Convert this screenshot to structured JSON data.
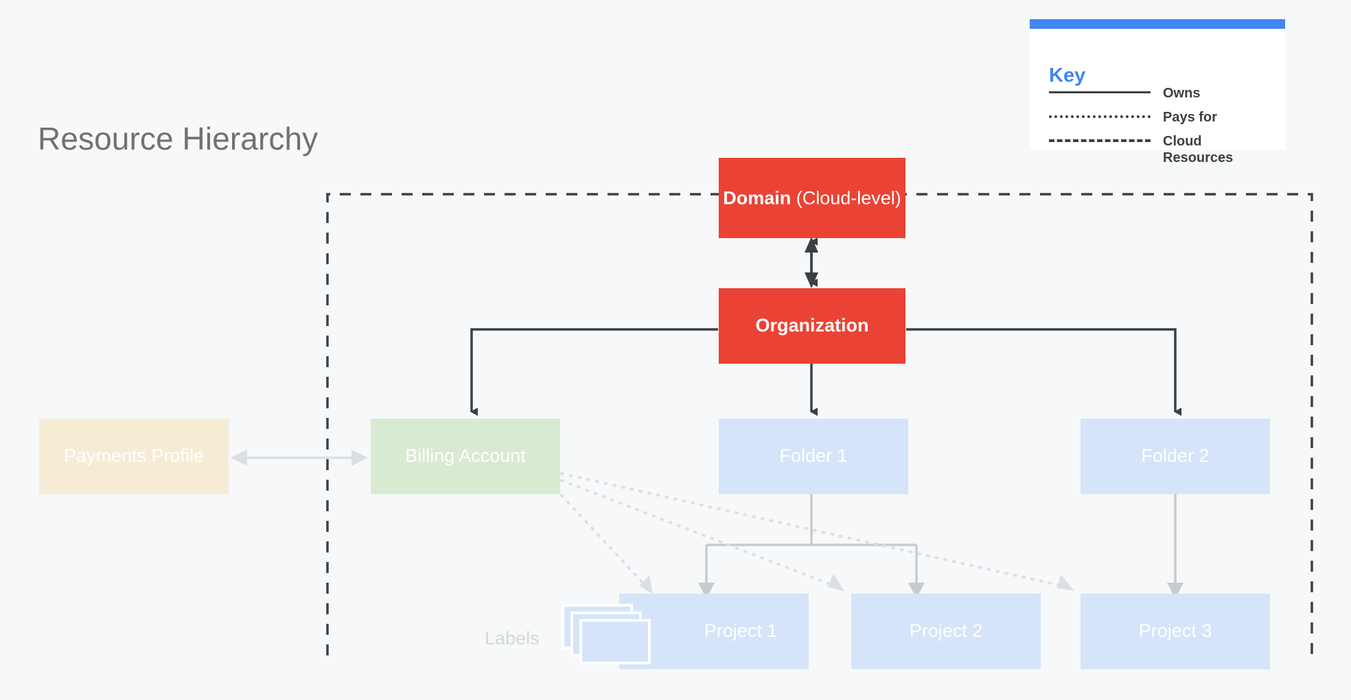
{
  "page": {
    "title": "Resource Hierarchy",
    "background_color": "#f6f8f9",
    "title_color": "#717171"
  },
  "key": {
    "heading": "Key",
    "accent_color": "#4285f4",
    "panel_color": "#ffffff",
    "rows": [
      {
        "style": "solid",
        "label": "Owns"
      },
      {
        "style": "dotted",
        "label": "Pays for"
      },
      {
        "style": "dashed",
        "label": "Cloud\nResources"
      }
    ]
  },
  "diagram": {
    "boundary": {
      "name": "cloud-resources-boundary",
      "style": "dashed",
      "color": "#3c4043"
    },
    "nodes": {
      "domain": {
        "label_strong": "Domain",
        "label_light": " (Cloud-level)",
        "color": "#ea4335",
        "text_color": "#ffffff"
      },
      "organization": {
        "label": "Organization",
        "color": "#ea4335",
        "text_color": "#ffffff"
      },
      "payments_profile": {
        "label": "Payments Profile",
        "color": "#f6ecd6",
        "text_color": "#ffffff"
      },
      "billing_account": {
        "label": "Billing Account",
        "color": "#d9ead3",
        "text_color": "#ffffff"
      },
      "folder_1": {
        "label": "Folder 1",
        "color": "#d6e4f9",
        "text_color": "#ffffff"
      },
      "folder_2": {
        "label": "Folder 2",
        "color": "#d6e4f9",
        "text_color": "#ffffff"
      },
      "project_1": {
        "label": "Project 1",
        "color": "#d6e4f9",
        "text_color": "#ffffff"
      },
      "project_2": {
        "label": "Project 2",
        "color": "#d6e4f9",
        "text_color": "#ffffff"
      },
      "project_3": {
        "label": "Project 3",
        "color": "#d6e4f9",
        "text_color": "#ffffff"
      },
      "labels": {
        "caption": "Labels",
        "caption_color": "#d4d7da",
        "card_color": "#d6e4f9",
        "card_border": "#ffffff",
        "card_count": 3
      }
    },
    "edges": [
      {
        "from": "domain",
        "to": "organization",
        "relation": "owns",
        "style": "solid",
        "arrows": "both"
      },
      {
        "from": "organization",
        "to": "billing_account",
        "relation": "owns",
        "style": "solid",
        "arrows": "end"
      },
      {
        "from": "organization",
        "to": "folder_1",
        "relation": "owns",
        "style": "solid",
        "arrows": "end"
      },
      {
        "from": "organization",
        "to": "folder_2",
        "relation": "owns",
        "style": "solid",
        "arrows": "end"
      },
      {
        "from": "payments_profile",
        "to": "billing_account",
        "relation": "owns",
        "style": "solid",
        "arrows": "both"
      },
      {
        "from": "folder_1",
        "to": "project_1",
        "relation": "owns",
        "style": "solid",
        "arrows": "end"
      },
      {
        "from": "folder_1",
        "to": "project_2",
        "relation": "owns",
        "style": "solid",
        "arrows": "end"
      },
      {
        "from": "folder_2",
        "to": "project_3",
        "relation": "owns",
        "style": "solid",
        "arrows": "end"
      },
      {
        "from": "billing_account",
        "to": "project_1",
        "relation": "pays for",
        "style": "dotted",
        "arrows": "end"
      },
      {
        "from": "billing_account",
        "to": "project_2",
        "relation": "pays for",
        "style": "dotted",
        "arrows": "end"
      },
      {
        "from": "billing_account",
        "to": "project_3",
        "relation": "pays for",
        "style": "dotted",
        "arrows": "end"
      }
    ]
  }
}
